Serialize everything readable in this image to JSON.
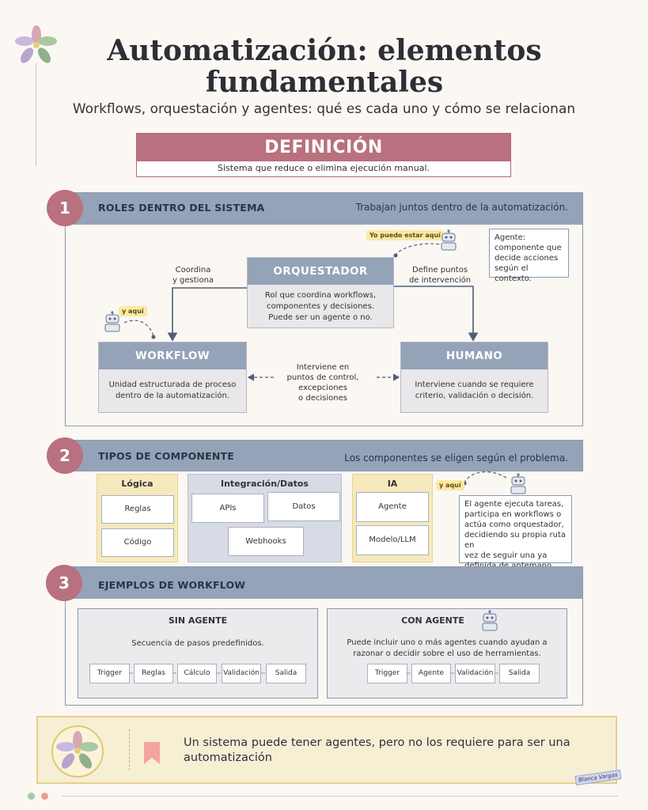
{
  "header": {
    "title_line1": "Automatización: elementos",
    "title_line2": "fundamentales",
    "subtitle": "Workflows, orquestación y agentes: qué es cada uno y cómo se relacionan"
  },
  "definition": {
    "heading": "DEFINICIÓN",
    "text": "Sistema que reduce o elimina ejecución manual."
  },
  "section1": {
    "number": "1",
    "title": "ROLES DENTRO DEL SISTEMA",
    "note": "Trabajan juntos dentro de la automatización.",
    "orchestrator": {
      "title": "ORQUESTADOR",
      "body_l1": "Rol que coordina workflows,",
      "body_l2": "componentes y decisiones.",
      "body_l3": "Puede ser un agente o no."
    },
    "workflow": {
      "title": "WORKFLOW",
      "body_l1": "Unidad estructurada de proceso",
      "body_l2": "dentro de la automatización."
    },
    "human": {
      "title": "HUMANO",
      "body_l1": "Interviene cuando se requiere",
      "body_l2": "criterio, validación o decisión."
    },
    "label_left_l1": "Coordina",
    "label_left_l2": "y gestiona",
    "label_right_l1": "Define puntos",
    "label_right_l2": "de intervención",
    "label_mid_l1": "Interviene en",
    "label_mid_l2": "puntos de control, excepciones",
    "label_mid_l3": "o decisiones",
    "tag_top": "Yo puedo estar aquí",
    "tag_left": "y aquí",
    "agent_note_l1": "Agente:",
    "agent_note_l2": "componente que",
    "agent_note_l3": "decide acciones",
    "agent_note_l4": "según el contexto."
  },
  "section2": {
    "number": "2",
    "title": "TIPOS DE COMPONENTE",
    "note": "Los componentes se eligen según el problema.",
    "logic": {
      "title": "Lógica",
      "items": [
        "Reglas",
        "Código"
      ]
    },
    "integration": {
      "title": "Integración/Datos",
      "items": [
        "APIs",
        "Datos",
        "Webhooks"
      ]
    },
    "ai": {
      "title": "IA",
      "items": [
        "Agente",
        "Modelo/LLM"
      ]
    },
    "tag": "y aquí",
    "agent_note": [
      "El agente ejecuta tareas,",
      "participa en workflows o",
      "actúa como orquestador,",
      "decidiendo su propia ruta en",
      "vez de seguir una ya",
      "definida de antemano."
    ]
  },
  "section3": {
    "number": "3",
    "title": "EJEMPLOS DE WORKFLOW",
    "without_agent": {
      "title": "SIN AGENTE",
      "desc": "Secuencia de pasos predefinidos.",
      "steps": [
        "Trigger",
        "Reglas",
        "Cálculo",
        "Validación",
        "Salida"
      ]
    },
    "with_agent": {
      "title": "CON AGENTE",
      "desc_l1": "Puede incluir uno o más agentes cuando ayudan a",
      "desc_l2": "razonar o decidir sobre el uso de herramientas.",
      "steps": [
        "Trigger",
        "Agente",
        "Validación",
        "Salida"
      ]
    }
  },
  "footer": {
    "text_l1": "Un sistema puede tener agentes, pero no los requiere para ser una",
    "text_l2": "automatización",
    "signature": "Blanca Vargas"
  },
  "colors": {
    "accent": "#b9707f",
    "slate": "#94a3b8",
    "yellow": "#f5e9bd",
    "background": "#fbf7f3"
  }
}
